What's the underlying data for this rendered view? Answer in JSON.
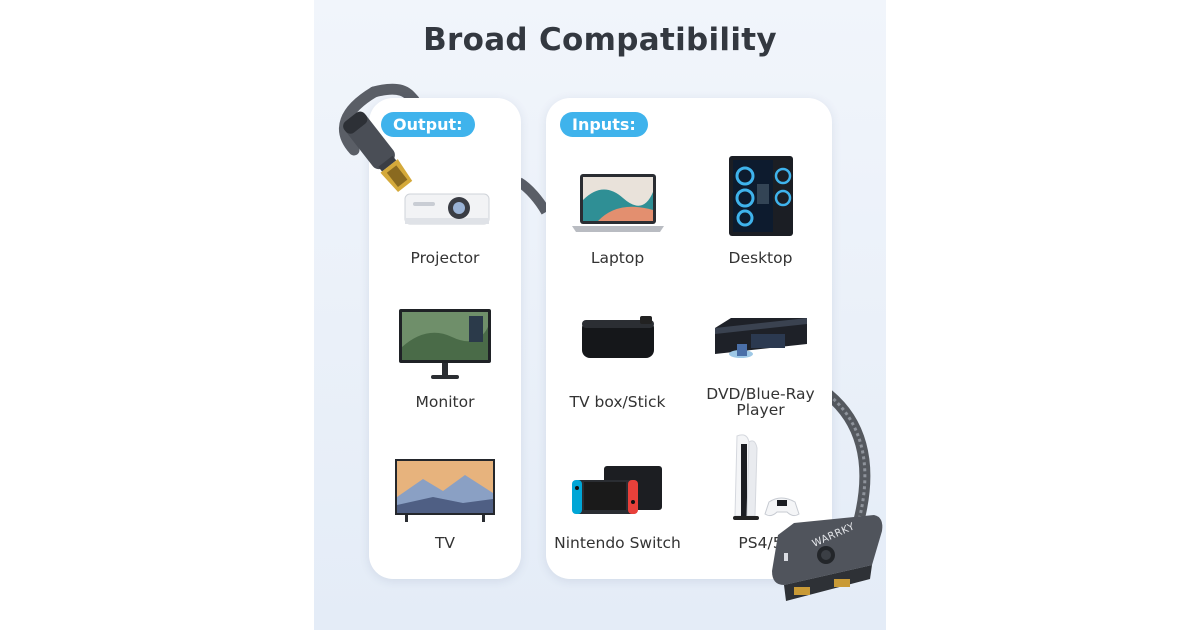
{
  "title": "Broad Compatibility",
  "output": {
    "badge": "Output:",
    "devices": [
      {
        "label": "Projector",
        "icon": "projector-icon"
      },
      {
        "label": "Monitor",
        "icon": "monitor-icon"
      },
      {
        "label": "TV",
        "icon": "tv-icon"
      }
    ]
  },
  "inputs": {
    "badge": "Inputs:",
    "devices": [
      {
        "label": "Laptop",
        "icon": "laptop-icon"
      },
      {
        "label": "Desktop",
        "icon": "desktop-pc-icon"
      },
      {
        "label": "TV box/Stick",
        "icon": "tv-box-icon"
      },
      {
        "label": "DVD/Blue-Ray Player",
        "icon": "bluray-player-icon"
      },
      {
        "label": "Nintendo Switch",
        "icon": "nintendo-switch-icon"
      },
      {
        "label": "PS4/5",
        "icon": "ps5-icon"
      }
    ]
  },
  "switch_box": {
    "brand": "WARRKY"
  },
  "colors": {
    "accent": "#3fb3ec",
    "title": "#333840",
    "background": "#e8eef8"
  }
}
